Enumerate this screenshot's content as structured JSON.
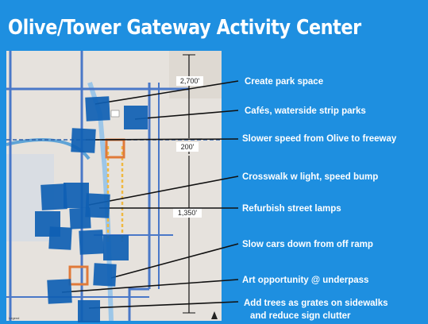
{
  "slide": {
    "title": "Olive/Tower Gateway Activity Center",
    "background_color": "#1e8fe0",
    "marker_color": "#0f5fb3"
  },
  "map": {
    "dimensions": [
      "2,700'",
      "200'",
      "1,350'"
    ],
    "legend_label": "Legend"
  },
  "callouts": [
    "Create park space",
    "Cafés, waterside strip parks",
    "Slower speed from Olive to freeway",
    "Crosswalk w light, speed bump",
    "Refurbish street lamps",
    "Slow cars down from off ramp",
    "Art opportunity @ underpass",
    "Add trees as grates on sidewalks",
    "and reduce sign clutter"
  ]
}
